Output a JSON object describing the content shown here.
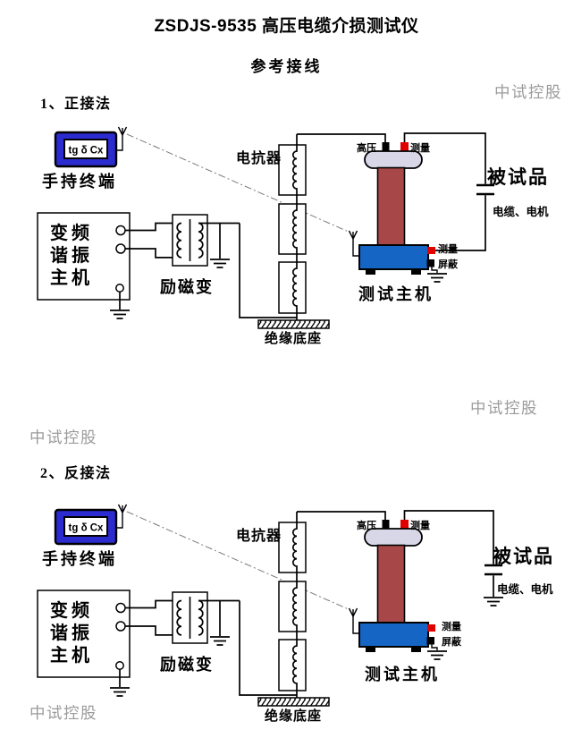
{
  "page": {
    "title": "ZSDJS-9535 高压电缆介损测试仪",
    "subtitle": "参考接线",
    "watermark": "中试控股"
  },
  "sections": {
    "s1": "1、正接法",
    "s2": "2、反接法"
  },
  "labels": {
    "handheld_screen": "tg δ Cx",
    "handheld_terminal": "手持终端",
    "vf_line1": "变频",
    "vf_line2": "谐振",
    "vf_line3": "主机",
    "excitation_transformer": "励磁变",
    "reactor": "电抗器",
    "insulation_base": "绝缘底座",
    "test_host": "测试主机",
    "test_object": "被试品",
    "test_object_sub": "电缆、电机",
    "hv": "高压",
    "measure": "测量",
    "shield": "屏蔽"
  },
  "colors": {
    "handheld_body": "#2b2bd0",
    "bushing_cap": "#d7d7e8",
    "bushing_column": "#a84747",
    "host_base": "#1565c4",
    "terminal_red": "#e00000",
    "terminal_black": "#000000"
  }
}
